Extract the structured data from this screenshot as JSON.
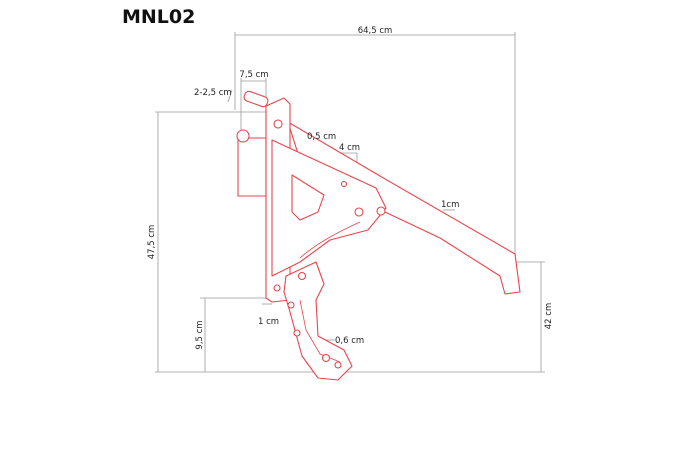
{
  "title": "MNL02",
  "colors": {
    "part_stroke": "#e8454d",
    "dimension_line": "#9a9a9a"
  },
  "dimensions": {
    "total_width": "64,5 cm",
    "total_height": "47,5 cm",
    "arm_height": "42 cm",
    "hook_height": "9,5 cm",
    "pin_width": "7,5 cm",
    "pin_diameter": "2-2,5 cm",
    "plate_gap": "0,5 cm",
    "slot_length": "4 cm",
    "arm_thickness": "1cm",
    "plate_thickness": "1 cm",
    "hook_thickness": "0,6 cm"
  }
}
